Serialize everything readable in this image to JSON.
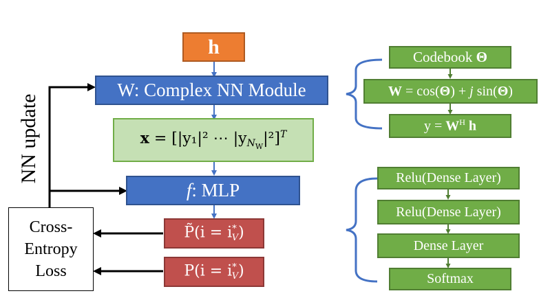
{
  "main": {
    "h_block": "h",
    "complex_module": "W: Complex NN Module",
    "x_prefix": "x",
    "x_expr": " = [|y₁|² ⋯ |y",
    "x_sub": "N",
    "x_subsub": "W",
    "x_tail": "|²]",
    "x_sup": "T",
    "mlp_italic": "f",
    "mlp_rest": ": MLP",
    "p_tilde": "P̃(i = i",
    "p_tilde_sup": "*",
    "p_tilde_sub": "V",
    "p_tilde_tail": ")",
    "p": "P(i = i",
    "p_sup": "*",
    "p_sub": "V",
    "p_tail": ")",
    "loss": "Cross-\nEntropy\nLoss",
    "nn_update": "NN update"
  },
  "top_panel": {
    "codebook_label": "Codebook ",
    "codebook_sym": "Θ",
    "w_bold": "W",
    "w_eq": " = cos(",
    "w_theta1": "Θ",
    "w_mid": ") + ",
    "w_j": "j",
    "w_sin": " sin(",
    "w_theta2": "Θ",
    "w_end": ")",
    "y_left": "y = ",
    "y_w": "W",
    "y_sup": "H",
    "y_h": " h"
  },
  "bottom_panel": {
    "layers": [
      "Relu(Dense Layer)",
      "Relu(Dense Layer)",
      "Dense Layer",
      "Softmax"
    ]
  },
  "colors": {
    "orange": "#ed7d31",
    "blue": "#4472c4",
    "light_green": "#c5e0b4",
    "green": "#70ad47",
    "red": "#c0504d",
    "arrow_blue": "#4472c4",
    "arrow_black": "#000000"
  }
}
